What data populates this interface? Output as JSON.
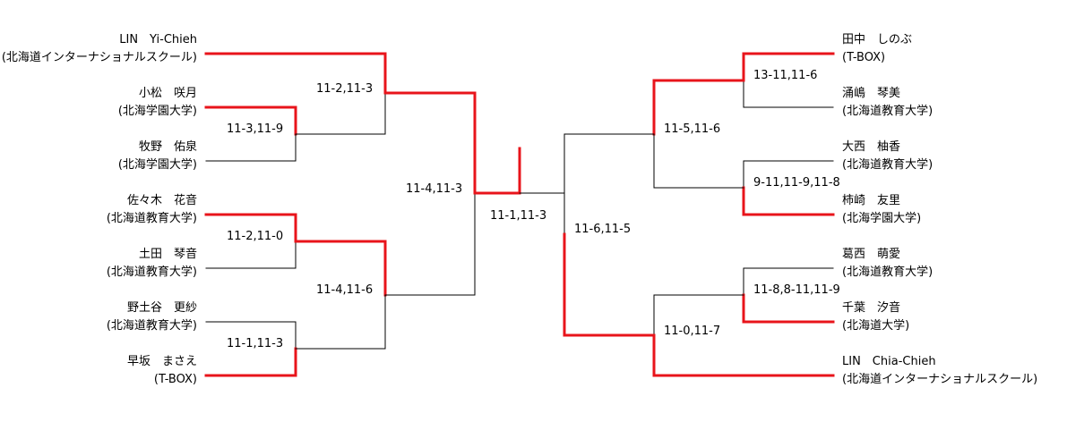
{
  "left_players": [
    {
      "name": "LIN　Yi-Chieh",
      "affiliation": "(北海道インターナショナルスクール)"
    },
    {
      "name": "小松　咲月",
      "affiliation": "(北海学園大学)"
    },
    {
      "name": "牧野　佑泉",
      "affiliation": "(北海学園大学)"
    },
    {
      "name": "佐々木　花音",
      "affiliation": "(北海道教育大学)"
    },
    {
      "name": "土田　琴音",
      "affiliation": "(北海道教育大学)"
    },
    {
      "name": "野土谷　更紗",
      "affiliation": "(北海道教育大学)"
    },
    {
      "name": "早坂　まさえ",
      "affiliation": "(T-BOX)"
    }
  ],
  "right_players": [
    {
      "name": "田中　しのぶ",
      "affiliation": "(T-BOX)"
    },
    {
      "name": "涌嶋　琴美",
      "affiliation": "(北海道教育大学)"
    },
    {
      "name": "大西　柚香",
      "affiliation": "(北海道教育大学)"
    },
    {
      "name": "柿崎　友里",
      "affiliation": "(北海学園大学)"
    },
    {
      "name": "葛西　萌愛",
      "affiliation": "(北海道教育大学)"
    },
    {
      "name": "千葉　汐音",
      "affiliation": "(北海道大学)"
    },
    {
      "name": "LIN　Chia-Chieh",
      "affiliation": "(北海道インターナショナルスクール)"
    }
  ],
  "scores": {
    "l_r1_a": "11-3,11-9",
    "l_r1_b": "11-2,11-0",
    "l_r1_c": "11-1,11-3",
    "l_r2_a": "11-2,11-3",
    "l_r2_b": "11-4,11-6",
    "l_sf": "11-4,11-3",
    "final": "11-1,11-3",
    "r_r1_a": "13-11,11-6",
    "r_r1_b": "9-11,11-9,11-8",
    "r_r1_c": "11-8,8-11,11-9",
    "r_r2_a": "11-5,11-6",
    "r_r2_b": "11-0,11-7",
    "r_sf": "11-6,11-5"
  },
  "colors": {
    "line": "#000000",
    "winner": "#e8141b"
  }
}
